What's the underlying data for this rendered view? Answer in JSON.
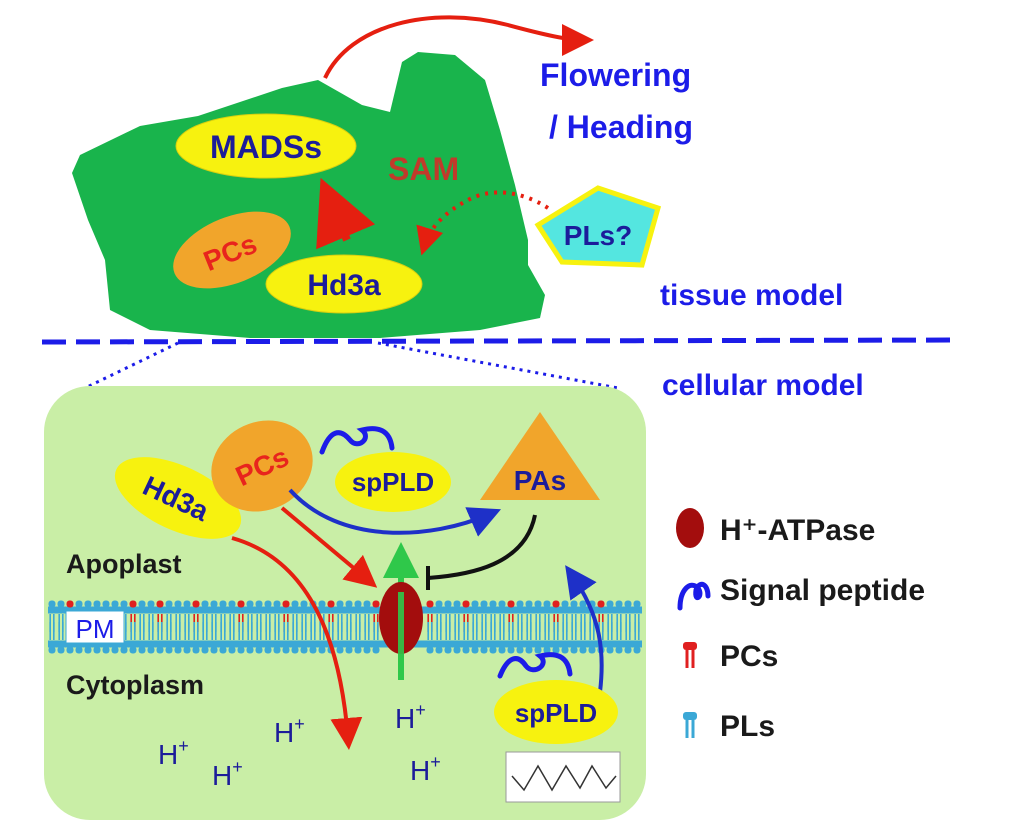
{
  "tissue": {
    "title": "tissue model",
    "output": [
      "Flowering",
      "/ Heading"
    ],
    "sam": "SAM",
    "mads": "MADSs",
    "pcs": "PCs",
    "hd3a": "Hd3a",
    "pls_query": "PLs?"
  },
  "cellular": {
    "title": "cellular model",
    "hd3a": "Hd3a",
    "pcs": "PCs",
    "sppld_top": "spPLD",
    "pas": "PAs",
    "apoplast": "Apoplast",
    "pm": "PM",
    "cytoplasm": "Cytoplasm",
    "sppld_bottom": "spPLD",
    "protons": [
      "H",
      "H",
      "H",
      "H",
      "H"
    ],
    "proton_charge": "+"
  },
  "legend": {
    "atpase": "H⁺-ATPase",
    "signal_peptide": "Signal peptide",
    "pcs": "PCs",
    "pls": "PLs"
  },
  "colors": {
    "title_blue": "#1c1ce8",
    "tissue_green": "#19b44c",
    "cell_bg": "#c9eea6",
    "ellipse_yellow": "#f7f20f",
    "pcs_orange": "#f1a52b",
    "label_red": "#e8241d",
    "sam_red": "#c13a2b",
    "pls_cyan": "#54e6e0",
    "arrow_red": "#e51f10",
    "arrow_blue": "#1e30c8",
    "atpase": "#a30d0d",
    "pc_red": "#e02020",
    "pl_blue": "#3ba8d6",
    "membrane_green": "#2fc84a"
  }
}
